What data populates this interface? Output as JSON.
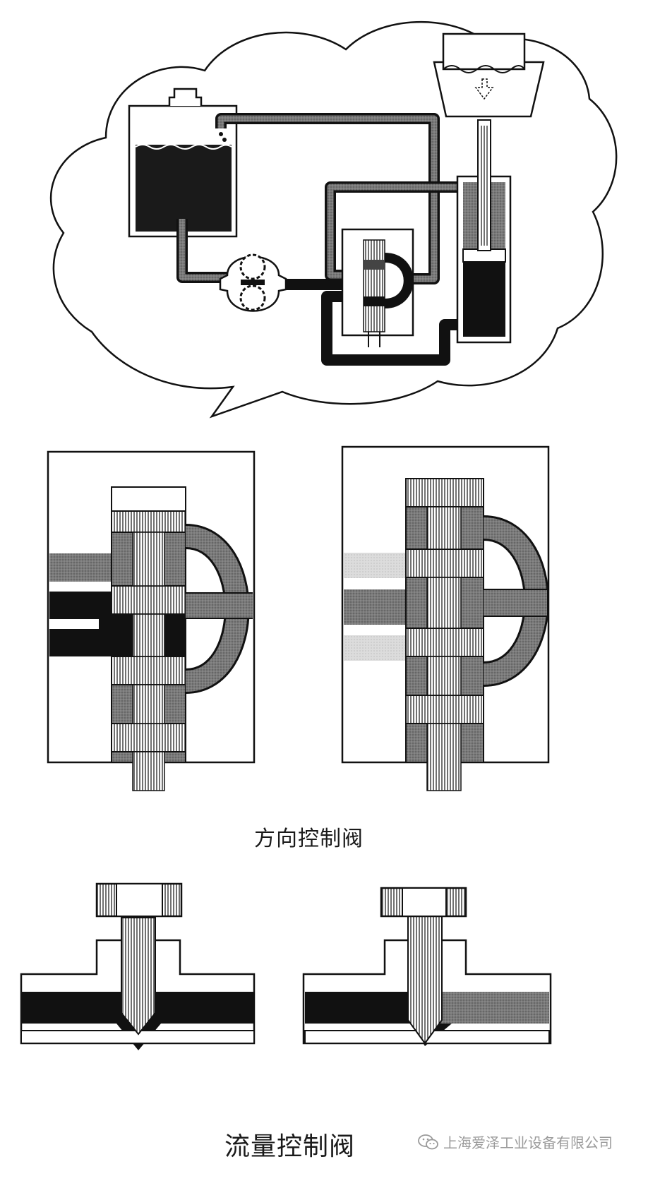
{
  "captions": {
    "directional_valve": "方向控制阀",
    "flow_valve": "流量控制阀"
  },
  "watermark": {
    "text": "上海爱泽工业设备有限公司",
    "icon": "wechat-icon"
  },
  "colors": {
    "fluid_dark": "#111111",
    "fluid_mid": "#6e6e6e",
    "fluid_light": "#d2d2d2",
    "line": "#111111"
  }
}
